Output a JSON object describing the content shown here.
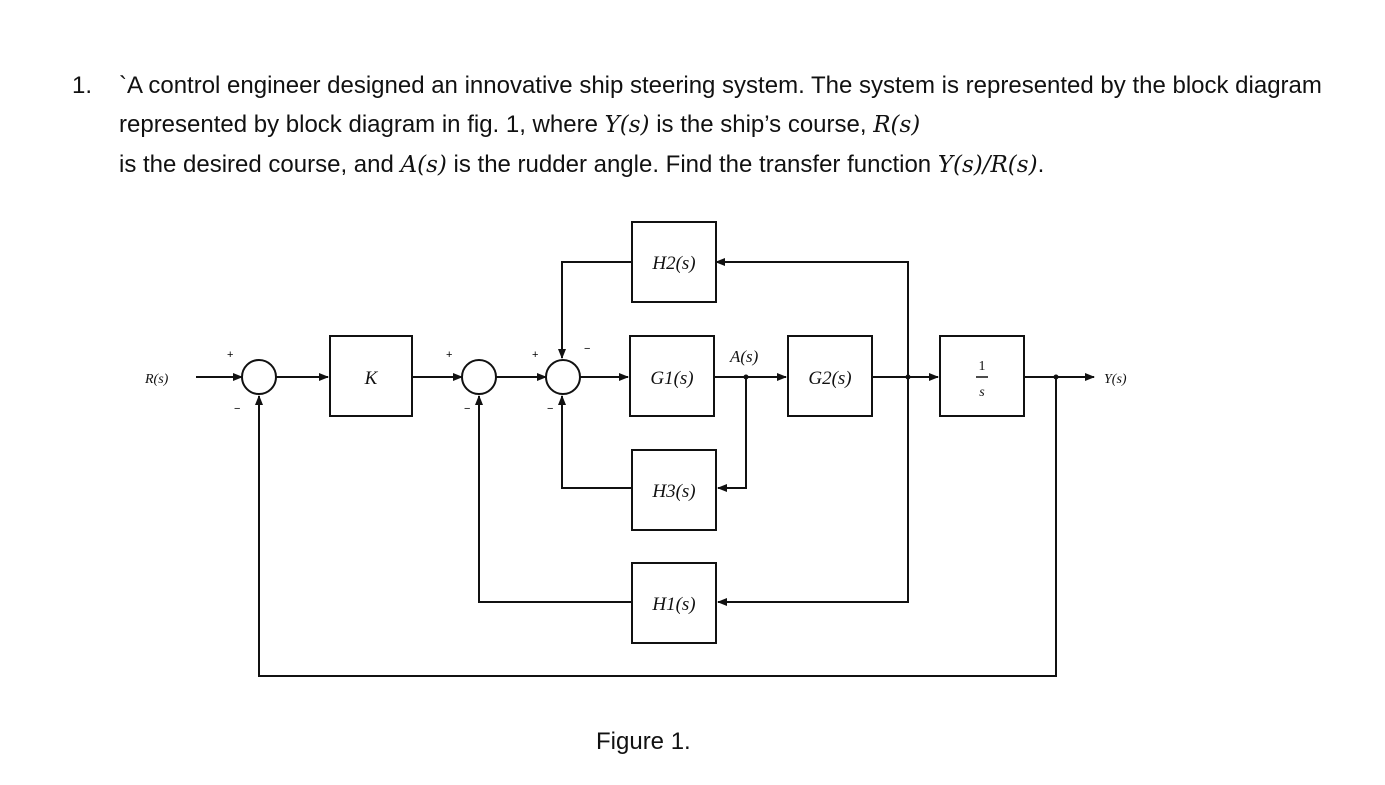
{
  "question": {
    "number": "1.",
    "text_1": "`A control engineer designed an innovative ship steering system. The system is represented by the block diagram represented by block diagram in fig. 1, where ",
    "Y": "Y(s)",
    "text_2": " is the ship’s course, ",
    "R": "R(s)",
    "text_3": " is the desired course, and ",
    "A": "A(s)",
    "text_4": " is the rudder angle. Find the transfer function ",
    "TF": "Y(s)/R(s)",
    "text_5": "."
  },
  "diagram": {
    "input_label": "R(s)",
    "output_label": "Y(s)",
    "signal_label": "A(s)",
    "blocks": {
      "k": "K",
      "h2": "H2(s)",
      "g1": "G1(s)",
      "g2": "G2(s)",
      "integrator_num": "1",
      "integrator_den": "s",
      "h3": "H3(s)",
      "h1": "H1(s)"
    },
    "signs": {
      "plus": "+",
      "minus": "−"
    }
  },
  "caption": "Figure 1."
}
